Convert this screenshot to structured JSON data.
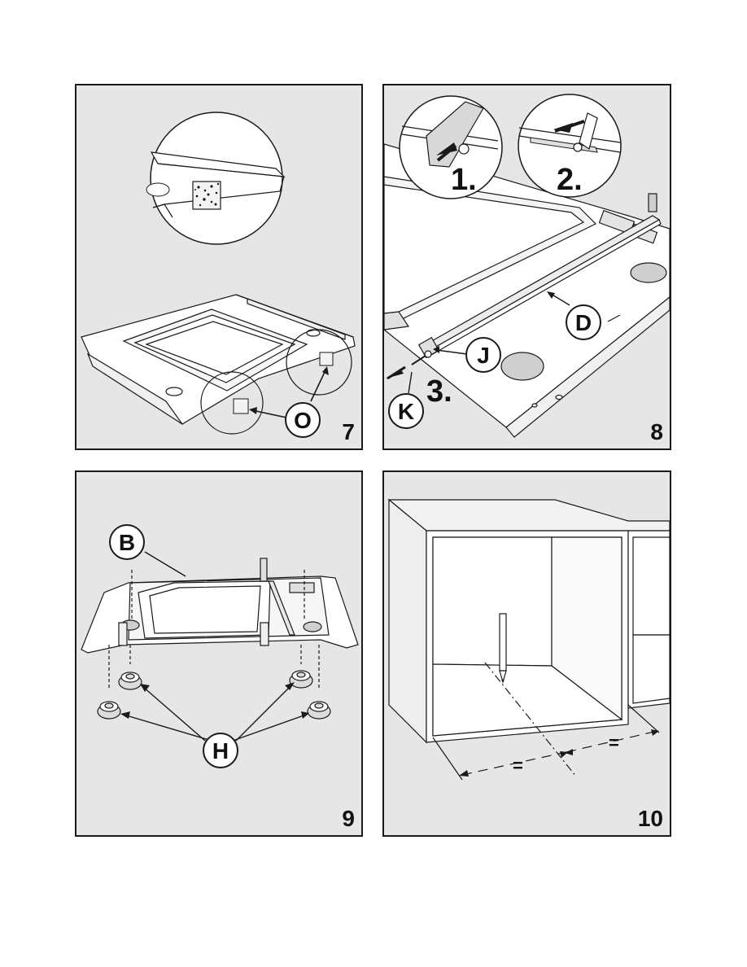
{
  "figures": [
    {
      "number": "7",
      "labels": {
        "o": "O"
      }
    },
    {
      "number": "8",
      "labels": {
        "d": "D",
        "j": "J",
        "k": "K",
        "step1": "1.",
        "step2": "2.",
        "step3": "3."
      }
    },
    {
      "number": "9",
      "labels": {
        "b": "B",
        "h": "H"
      }
    },
    {
      "number": "10",
      "labels": {
        "eq_left": "=",
        "eq_right": "="
      }
    }
  ],
  "colors": {
    "panel_bg": "#e6e6e6",
    "line": "#1a1a1a",
    "white": "#ffffff"
  }
}
